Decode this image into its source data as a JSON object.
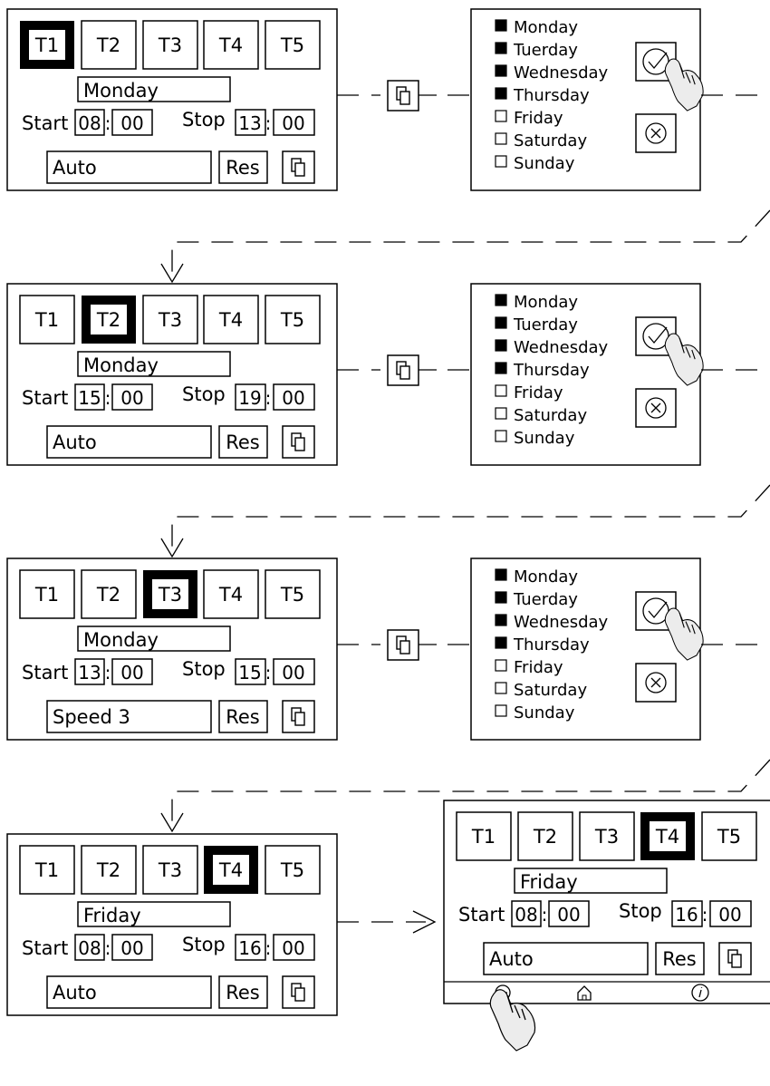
{
  "tabs": [
    "T1",
    "T2",
    "T3",
    "T4",
    "T5"
  ],
  "labels": {
    "start": "Start",
    "stop": "Stop",
    "res": "Res",
    "colon": ":"
  },
  "days": [
    "Monday",
    "Tuerday",
    "Wednesday",
    "Thursday",
    "Friday",
    "Saturday",
    "Sunday"
  ],
  "steps": [
    {
      "active_tab": 1,
      "day": "Monday",
      "start_h": "08",
      "start_m": "00",
      "stop_h": "13",
      "stop_m": "00",
      "mode": "Auto",
      "days_checked": [
        true,
        true,
        true,
        true,
        false,
        false,
        false
      ]
    },
    {
      "active_tab": 2,
      "day": "Monday",
      "start_h": "15",
      "start_m": "00",
      "stop_h": "19",
      "stop_m": "00",
      "mode": "Auto",
      "days_checked": [
        true,
        true,
        true,
        true,
        false,
        false,
        false
      ]
    },
    {
      "active_tab": 3,
      "day": "Monday",
      "start_h": "13",
      "start_m": "00",
      "stop_h": "15",
      "stop_m": "00",
      "mode": "Speed 3",
      "days_checked": [
        true,
        true,
        true,
        true,
        false,
        false,
        false
      ]
    },
    {
      "active_tab": 4,
      "day": "Friday",
      "start_h": "08",
      "start_m": "00",
      "stop_h": "16",
      "stop_m": "00",
      "mode": "Auto"
    }
  ],
  "final": {
    "active_tab": 4,
    "day": "Friday",
    "start_h": "08",
    "start_m": "00",
    "stop_h": "16",
    "stop_m": "00",
    "mode": "Auto"
  },
  "nav_icons": [
    "back-icon",
    "home-icon",
    "info-icon"
  ]
}
